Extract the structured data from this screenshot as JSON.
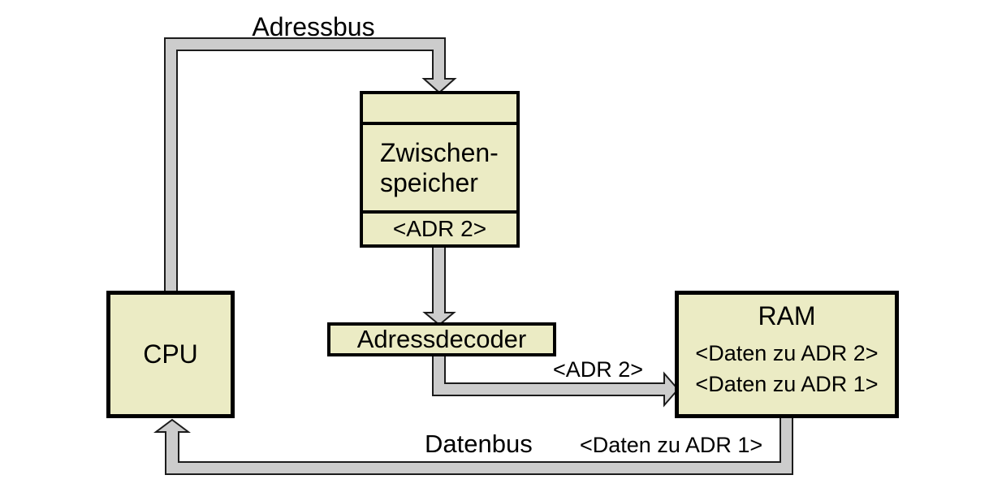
{
  "colors": {
    "background": "#ffffff",
    "box_fill": "#ebebc4",
    "box_border": "#000000",
    "bus_fill": "#cccccc",
    "bus_outline": "#1c1c1c",
    "text": "#000000"
  },
  "bus_labels": {
    "adressbus": "Adressbus",
    "datenbus": "Datenbus",
    "adr2_flow": "<ADR 2>",
    "daten_zu_adr1_flow": "<Daten zu ADR 1>"
  },
  "boxes": {
    "cpu": {
      "label": "CPU"
    },
    "zwischenspeicher": {
      "line1": "Zwischen-",
      "line2": "speicher",
      "slot": "<ADR 2>"
    },
    "adressdecoder": {
      "label": "Adressdecoder"
    },
    "ram": {
      "title": "RAM",
      "rows": [
        "<Daten zu ADR 2>",
        "<Daten zu ADR 1>"
      ]
    }
  }
}
